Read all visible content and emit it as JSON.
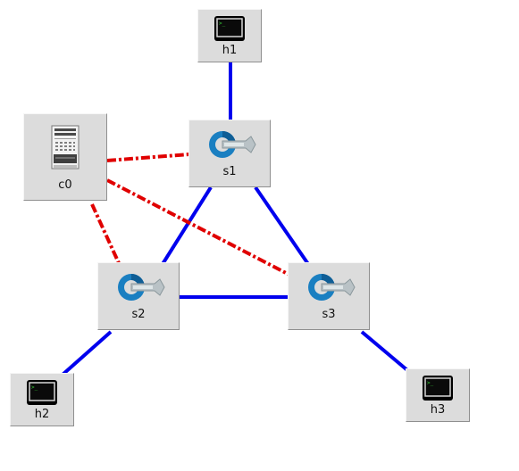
{
  "topology": {
    "nodes": [
      {
        "id": "h1",
        "label": "h1",
        "kind": "host",
        "icon": "terminal-host-icon"
      },
      {
        "id": "s1",
        "label": "s1",
        "kind": "switch",
        "icon": "switch-icon"
      },
      {
        "id": "s2",
        "label": "s2",
        "kind": "switch",
        "icon": "switch-icon"
      },
      {
        "id": "s3",
        "label": "s3",
        "kind": "switch",
        "icon": "switch-icon"
      },
      {
        "id": "h2",
        "label": "h2",
        "kind": "host",
        "icon": "terminal-host-icon"
      },
      {
        "id": "h3",
        "label": "h3",
        "kind": "host",
        "icon": "terminal-host-icon"
      },
      {
        "id": "c0",
        "label": "c0",
        "kind": "controller",
        "icon": "server-controller-icon"
      }
    ],
    "links": [
      {
        "from": "h1",
        "to": "s1",
        "type": "data-link"
      },
      {
        "from": "s1",
        "to": "s2",
        "type": "data-link"
      },
      {
        "from": "s1",
        "to": "s3",
        "type": "data-link"
      },
      {
        "from": "s2",
        "to": "s3",
        "type": "data-link"
      },
      {
        "from": "s2",
        "to": "h2",
        "type": "data-link"
      },
      {
        "from": "s3",
        "to": "h3",
        "type": "data-link"
      }
    ],
    "controller_links": [
      {
        "from": "c0",
        "to": "s1",
        "type": "control-link"
      },
      {
        "from": "c0",
        "to": "s2",
        "type": "control-link"
      },
      {
        "from": "c0",
        "to": "s3",
        "type": "control-link"
      }
    ],
    "colors": {
      "data_link": "#0000ee",
      "control_link": "#e00000",
      "node_background": "#dcdcdc"
    }
  }
}
